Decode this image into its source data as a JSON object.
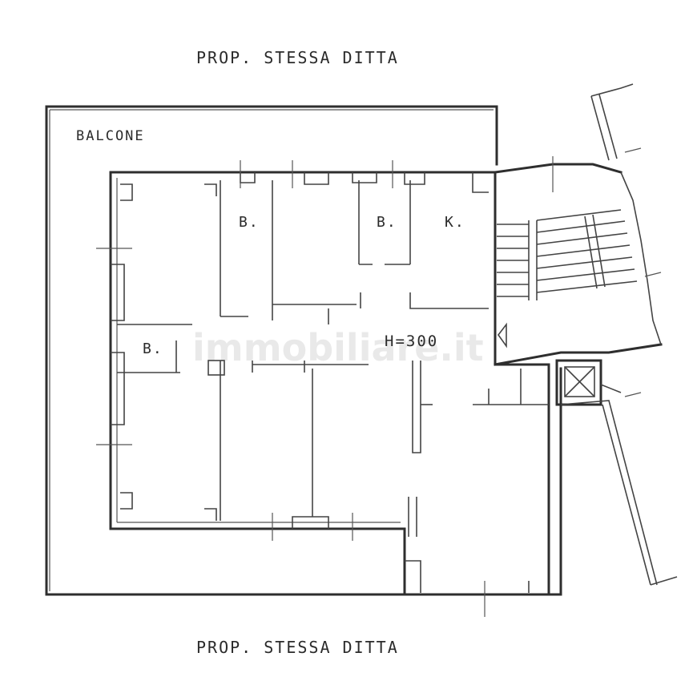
{
  "labels": {
    "top_neighbor": "PROP. STESSA DITTA",
    "bottom_neighbor": "PROP. STESSA DITTA",
    "balcony": "BALCONE",
    "bath_1": "B.",
    "bath_2": "B.",
    "bath_3": "B.",
    "kitchen": "K.",
    "ceiling_height": "H=300"
  },
  "watermark": "immobiliare.it",
  "colors": {
    "line": "#2e2e2e",
    "background": "#ffffff",
    "watermark": "#d8d8d8"
  }
}
